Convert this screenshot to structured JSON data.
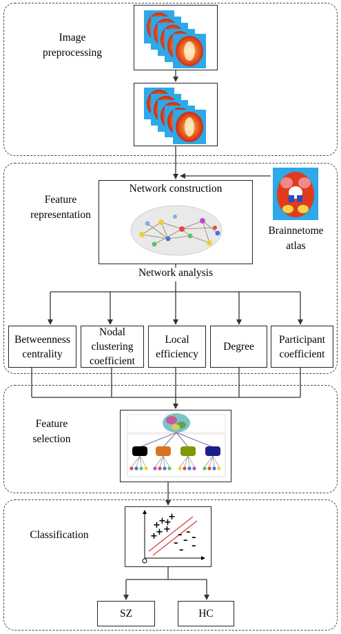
{
  "stages": {
    "preprocessing": "Image preprocessing",
    "representation": "Feature representation",
    "selection": "Feature selection",
    "classification": "Classification"
  },
  "network_construction": "Network construction",
  "network_analysis": "Network  analysis",
  "atlas": "Brainnetome atlas",
  "metrics": [
    "Betweenness centrality",
    "Nodal clustering coefficient",
    "Local efficiency",
    "Degree",
    "Participant coefficient"
  ],
  "outputs": [
    "SZ",
    "HC"
  ],
  "colors": {
    "brain_red": "#e23a1d",
    "brain_bg": "#2da8e8",
    "classifier_line": "#e03a3a",
    "node_black": "#000000",
    "node_orange": "#d8731e",
    "node_olive": "#7f9900",
    "node_navy": "#1b1f8a"
  }
}
